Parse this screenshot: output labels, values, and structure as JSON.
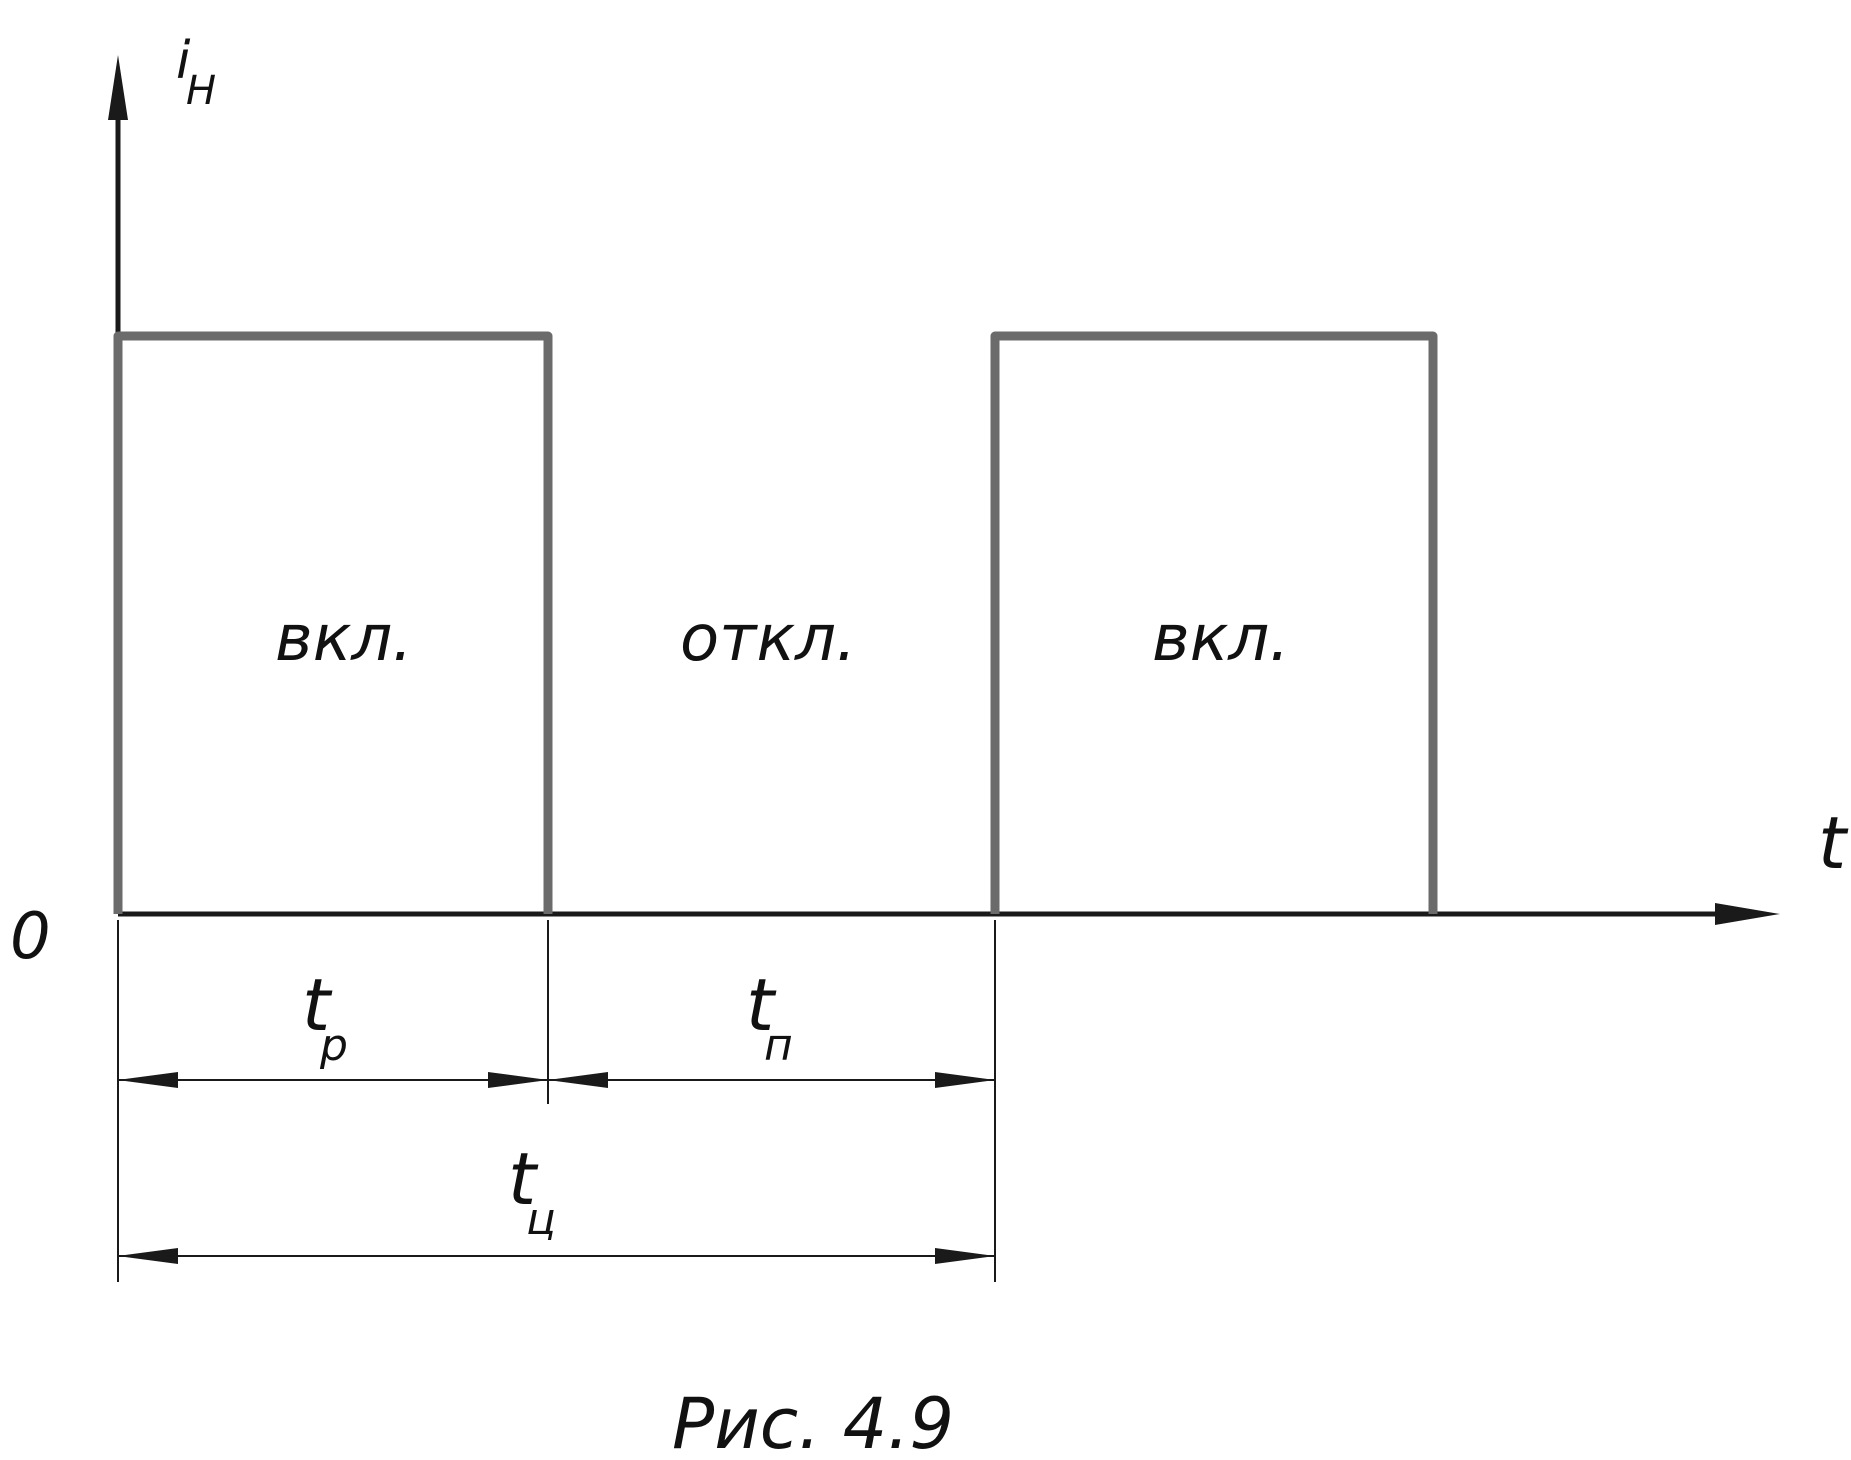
{
  "axes": {
    "y_label_main": "i",
    "y_label_sub": "Н",
    "x_label": "t",
    "origin_label": "0"
  },
  "pulses": {
    "first_label": "вкл.",
    "gap_label": "откл.",
    "second_label": "вкл."
  },
  "dimensions": {
    "work_main": "t",
    "work_sub": "р",
    "pause_main": "t",
    "pause_sub": "п",
    "cycle_main": "t",
    "cycle_sub": "ц"
  },
  "caption": "Рис. 4.9",
  "colors": {
    "axis": "#1a1a1a",
    "pulse": "#6b6b6b",
    "dimension": "#1a1a1a"
  }
}
